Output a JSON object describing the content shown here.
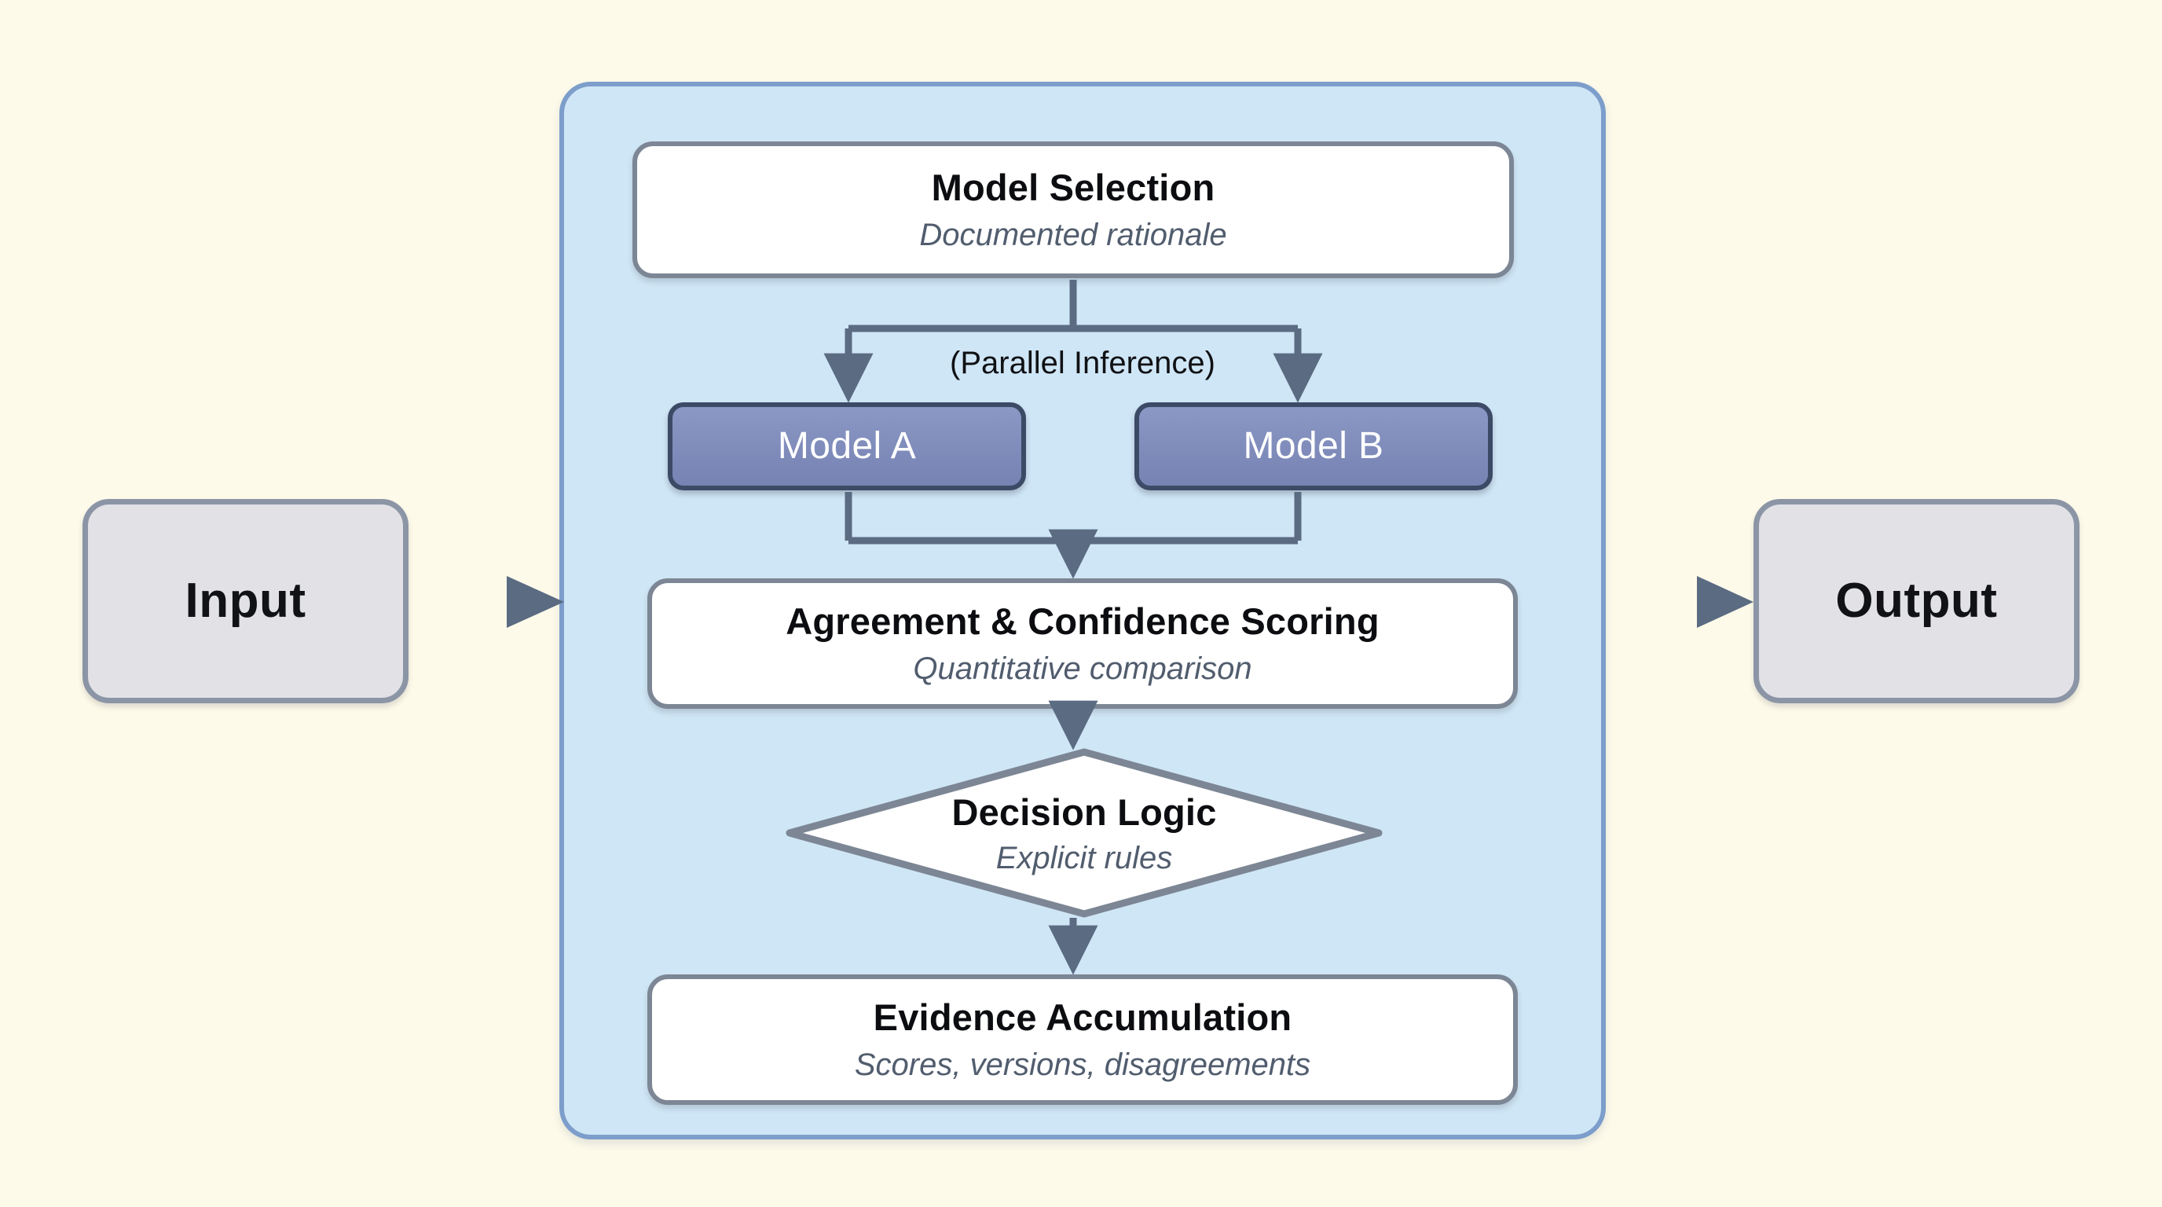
{
  "diagram": {
    "background_color": "#fdfaea",
    "container": {
      "fill": "#cfe6f6",
      "border": "#7d9ecb"
    },
    "accent_colors": {
      "model_box_fill": "#7f8cbb",
      "model_box_border": "#3c4a66",
      "arrow": "#5a6b82",
      "stage_border": "#7c8694",
      "io_fill": "#e1e1e6",
      "io_border": "#8b95a6",
      "subtitle_text": "#515d6e"
    },
    "input": {
      "label": "Input"
    },
    "output": {
      "label": "Output"
    },
    "stages": [
      {
        "title": "Model Selection",
        "subtitle": "Documented rationale"
      },
      {
        "title": "Agreement & Confidence Scoring",
        "subtitle": "Quantitative comparison"
      },
      {
        "title": "Decision Logic",
        "subtitle": "Explicit rules"
      },
      {
        "title": "Evidence Accumulation",
        "subtitle": "Scores, versions, disagreements"
      }
    ],
    "models": [
      {
        "label": "Model A"
      },
      {
        "label": "Model B"
      }
    ],
    "edge_labels": {
      "parallel_inference": "(Parallel Inference)"
    }
  }
}
